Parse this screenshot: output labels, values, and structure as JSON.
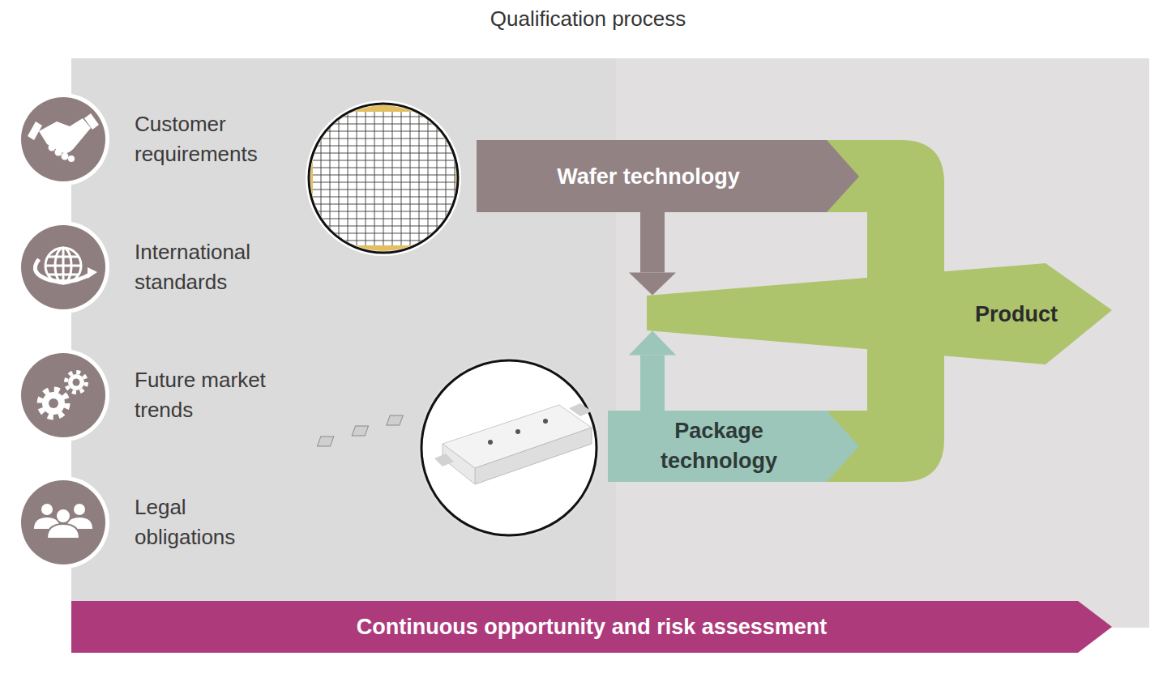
{
  "diagram": {
    "title": "Qualification process",
    "nodes": [
      {
        "text": [
          "Customer requirements"
        ]
      },
      {
        "text": [
          "International standards"
        ]
      },
      {
        "text": [
          "Future market trends"
        ]
      },
      {
        "text": [
          "Legal obligations"
        ]
      },
      {
        "text": [
          "Wafer technology"
        ]
      },
      {
        "text": [
          "Package technology"
        ]
      },
      {
        "text": [
          "Product"
        ]
      },
      {
        "text": [
          "Continuous opportunity and risk assessment"
        ]
      }
    ],
    "edges": [
      {
        "from": 4,
        "to": 6,
        "arrow": "to"
      },
      {
        "from": 5,
        "to": 6,
        "arrow": "to"
      }
    ]
  }
}
